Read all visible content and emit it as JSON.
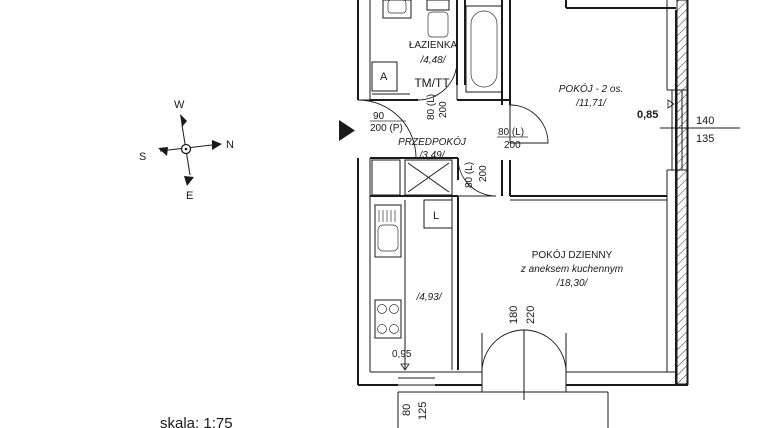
{
  "rooms": {
    "bathroom": {
      "name": "ŁAZIENKA",
      "area": "/4,48/"
    },
    "bedroom": {
      "name": "POKÓJ - 2 os.",
      "area": "/11,71/"
    },
    "hall": {
      "name": "PRZEDPOKÓJ",
      "area": "/3,49/"
    },
    "living": {
      "name": "POKÓJ DZIENNY",
      "subtitle": "z aneksem kuchennym",
      "area": "/18,30/"
    },
    "kitchen": {
      "area": "/4,93/"
    }
  },
  "labels": {
    "tm_tt": "TM/TT",
    "a": "A",
    "l": "L",
    "scale": "skala: 1:75"
  },
  "dimensions": {
    "entry_door_w": "90",
    "entry_door_h": "200 (P)",
    "bath_door_w": "80 (L)",
    "bath_door_h": "200",
    "bedroom_door_w": "80 (L)",
    "bedroom_door_h": "200",
    "living_door_w": "80 (L)",
    "living_door_h": "200",
    "bedroom_window_sill": "0,85",
    "bedroom_window_w": "140",
    "bedroom_window_h": "135",
    "balcony_door_w": "180",
    "balcony_door_h": "220",
    "kitchen_window_sill": "0,95",
    "kitchen_window_w": "80",
    "kitchen_window_h": "125"
  },
  "compass": {
    "north": "N",
    "south": "S",
    "east": "E",
    "west": "W"
  }
}
